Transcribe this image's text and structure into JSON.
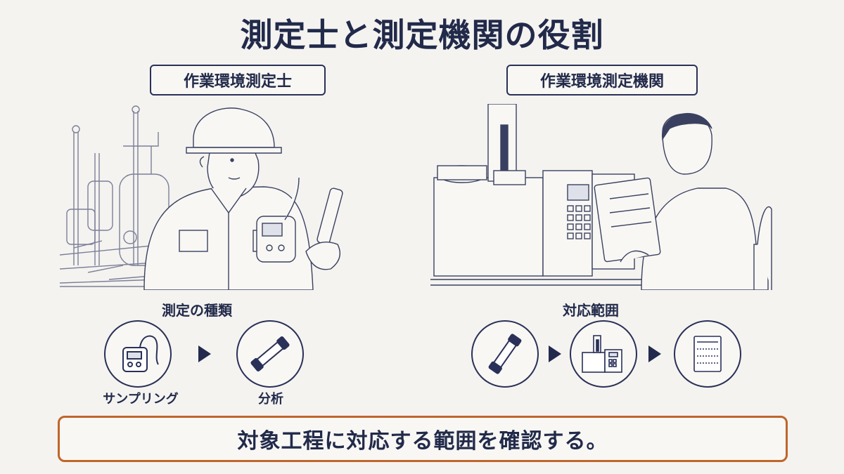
{
  "title": "測定士と測定機関の役割",
  "left": {
    "role": "作業環境測定士",
    "section": "測定の種類",
    "steps": [
      {
        "label": "サンプリング",
        "icon": "sampling-device-icon"
      },
      {
        "label": "分析",
        "icon": "sample-tube-icon"
      }
    ]
  },
  "right": {
    "role": "作業環境測定機関",
    "section": "対応範囲",
    "steps": [
      {
        "icon": "sample-tube-icon"
      },
      {
        "icon": "analyzer-instrument-icon"
      },
      {
        "icon": "report-document-icon"
      }
    ]
  },
  "conclusion": "対象工程に対応する範囲を確認する。",
  "colors": {
    "ink": "#222a4a",
    "accent_border": "#c0652a",
    "background": "#f4f3f0"
  }
}
